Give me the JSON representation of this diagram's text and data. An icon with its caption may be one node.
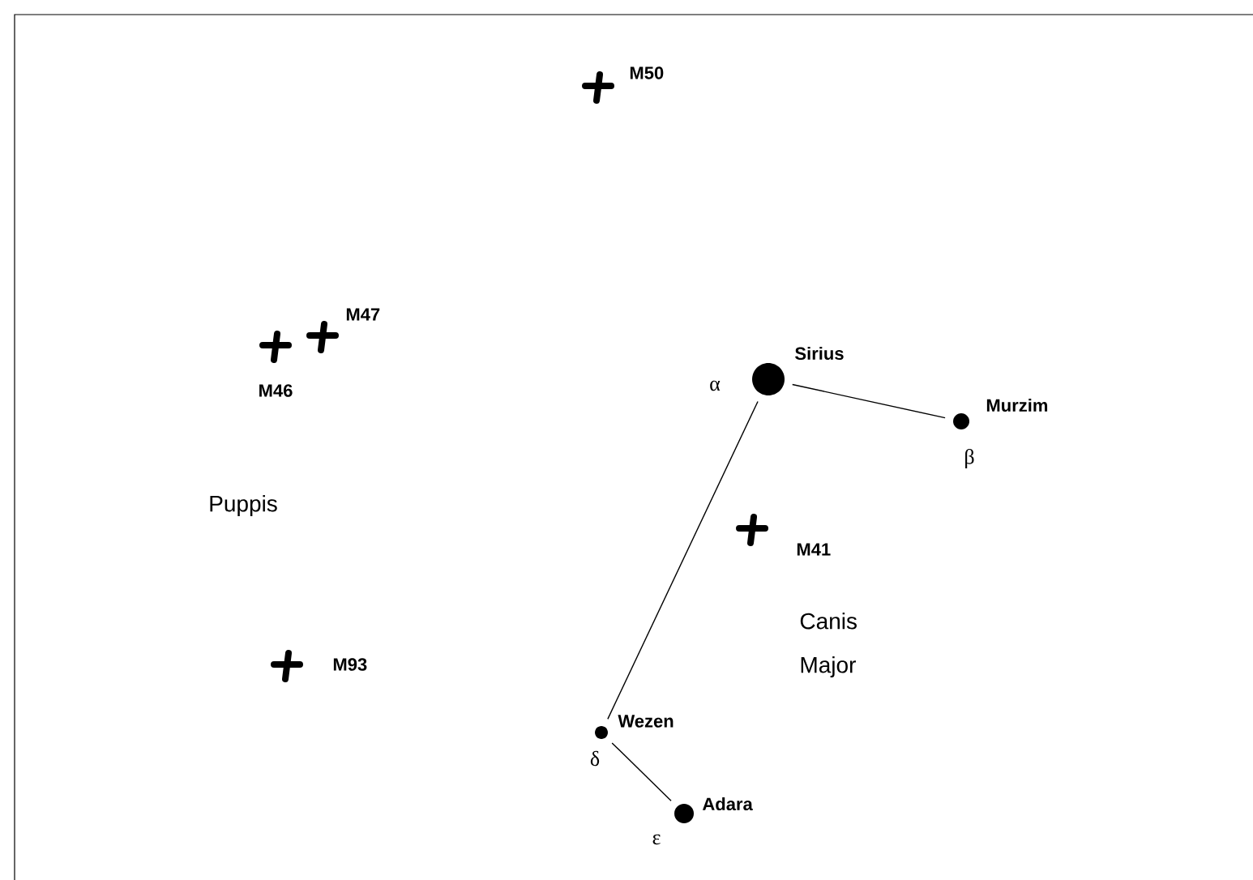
{
  "diagram": {
    "nodes": [
      {
        "text": [
          "Sirius"
        ],
        "beside": [
          "α"
        ]
      },
      {
        "text": [
          "Murzim"
        ],
        "beside": [
          "β"
        ]
      },
      {
        "text": [
          "Wezen"
        ],
        "beside": [
          "δ"
        ]
      },
      {
        "text": [
          "Adara"
        ],
        "beside": [
          "ε"
        ]
      }
    ],
    "edges": [
      {
        "from": 0,
        "to": 1,
        "arrow": "none"
      },
      {
        "from": 0,
        "to": 2,
        "arrow": "none"
      },
      {
        "from": 2,
        "to": 3,
        "arrow": "none"
      }
    ],
    "labels": [
      "M50",
      "M47",
      "M46",
      "Puppis",
      "M41",
      "Canis Major",
      "M93"
    ]
  }
}
